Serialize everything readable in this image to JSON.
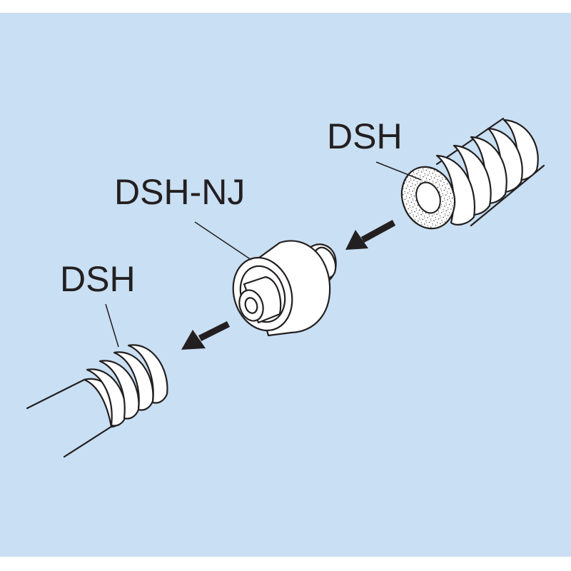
{
  "colors": {
    "background": "#c9dff3",
    "page": "#ffffff",
    "ink": "#231f20",
    "part_fill": "#ffffff"
  },
  "labels": {
    "hose_right": "DSH",
    "joint": "DSH-NJ",
    "hose_left": "DSH"
  },
  "icons": {
    "arrow_upper": "arrow-down-left-icon",
    "arrow_lower": "arrow-down-left-icon"
  }
}
